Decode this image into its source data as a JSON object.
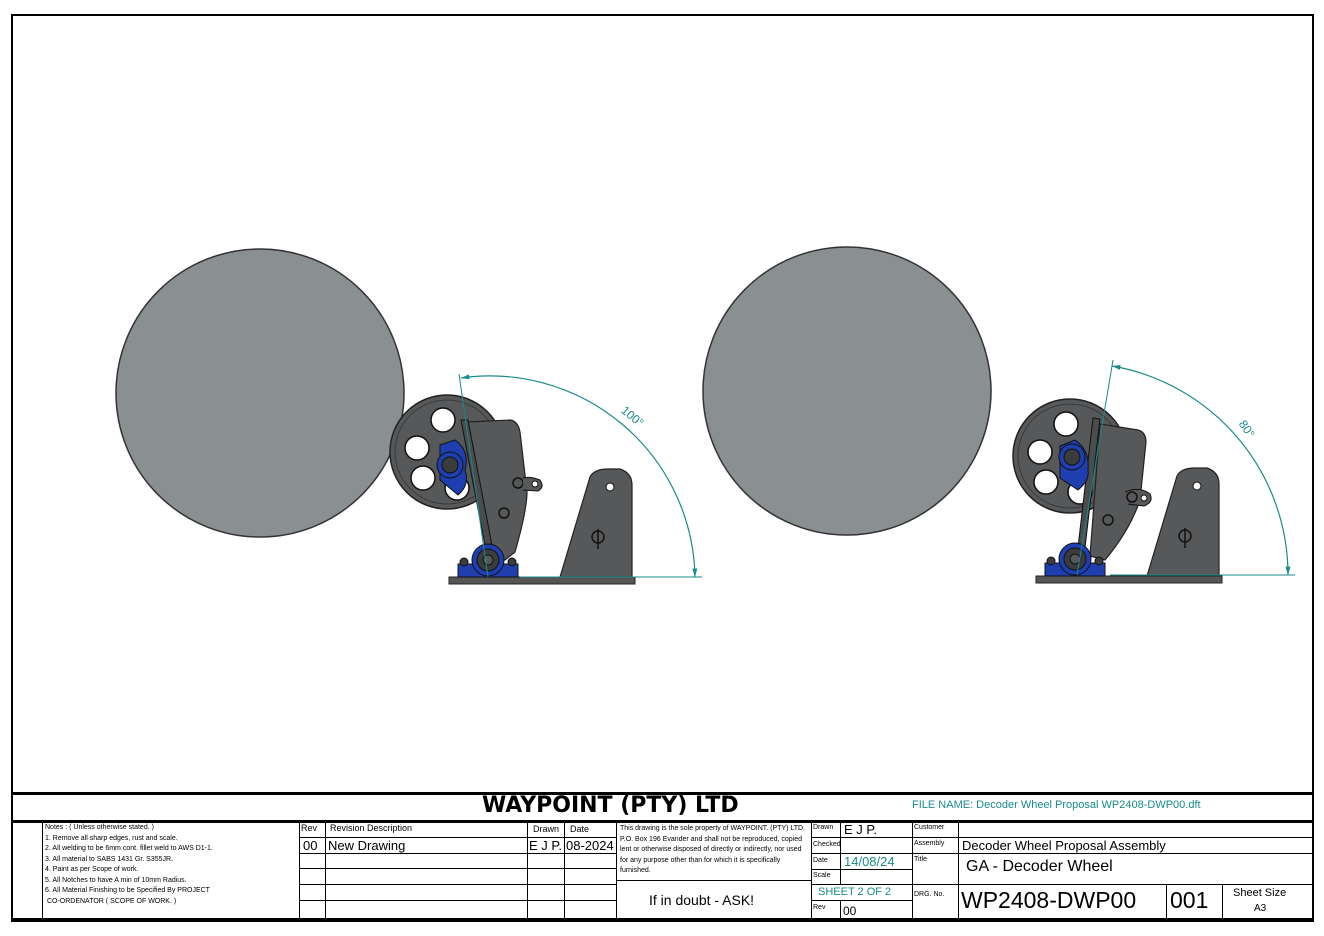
{
  "company": "WAYPOINT (PTY) LTD",
  "file_name": "FILE NAME: Decoder Wheel Proposal WP2408-DWP00.dft",
  "notes": [
    "Notes : ( Unless otherwise stated. )",
    "1. Remove all sharp edges, rust and scale.",
    "2. All welding to be 6mm cont. fillet weld to AWS D1-1.",
    "3. All material to SABS 1431 Gr. S355JR.",
    "4. Paint as per Scope of work.",
    "5. All Notches to have A min of 10mm Radius.",
    "6. All Material Finishing to be Specified By PROJECT",
    " CO-ORDENATOR ( SCOPE OF WORK. )"
  ],
  "revision_table": {
    "headers": {
      "rev": "Rev",
      "description": "Revision Description",
      "drawn": "Drawn",
      "date": "Date"
    },
    "rows": [
      {
        "rev": "00",
        "description": "New Drawing",
        "drawn": "E J P.",
        "date": "08-2024"
      }
    ]
  },
  "property_notice": "This drawing is the sole property of WAYPOINT. (PTY) LTD. P.O. Box 196 Evander and shall not be reproduced, copied lent or otherwise disposed of directly or indirectly, nor used for any purpose other than for which it is specifically furnished.",
  "doubt_note": "If in doubt - ASK!",
  "info": {
    "drawn_label": "Drawn",
    "drawn_value": "E J P.",
    "checked_label": "Checked",
    "date_label": "Date",
    "date_value": "14/08/24",
    "scale_label": "Scale",
    "sheet": "SHEET 2 OF 2",
    "rev_label": "Rev",
    "rev_value": "00"
  },
  "project": {
    "customer_label": "Customer",
    "assembly_label": "Assembly",
    "assembly_value": "Decoder Wheel Proposal Assembly",
    "title_label": "Title",
    "title_value": "GA - Decoder Wheel",
    "drg_label": "DRG. No.",
    "drg_value": "WP2408-DWP00",
    "drg_suffix": "001",
    "sheet_size_label": "Sheet Size",
    "sheet_size_value": "A3"
  },
  "views": [
    {
      "angle_label": "100°",
      "angle_deg": 100
    },
    {
      "angle_label": "80°",
      "angle_deg": 80
    }
  ],
  "colors": {
    "drum": "#8a8f92",
    "steel": "#56585a",
    "bearing": "#1f3fb0",
    "dimension": "#1a8a8a"
  }
}
